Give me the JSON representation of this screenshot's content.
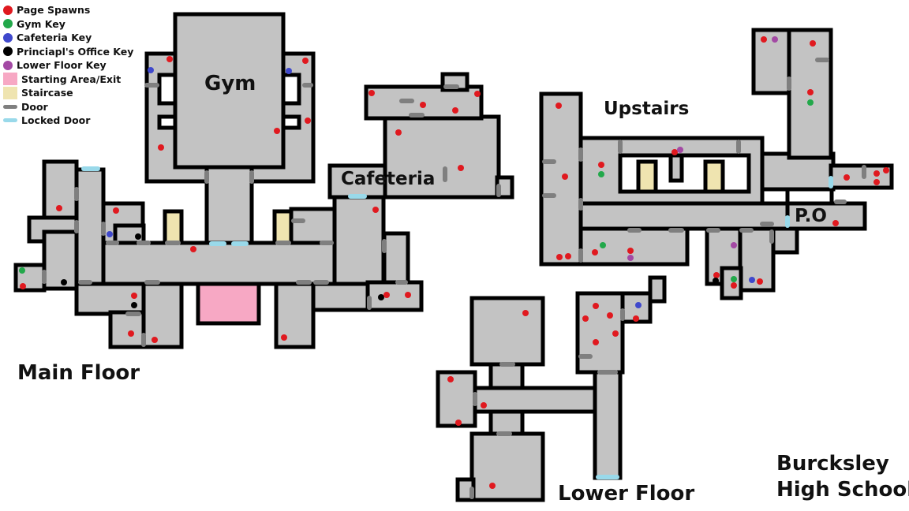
{
  "legend": [
    {
      "key": "page",
      "label": "Page Spawns",
      "shape": "dot",
      "color": "#e0191f"
    },
    {
      "key": "gym",
      "label": "Gym Key",
      "shape": "dot",
      "color": "#22a84a"
    },
    {
      "key": "caf",
      "label": "Cafeteria Key",
      "shape": "dot",
      "color": "#3f48cc"
    },
    {
      "key": "pri",
      "label": "Princiapl's Office Key",
      "shape": "dot",
      "color": "#000000"
    },
    {
      "key": "low",
      "label": "Lower Floor Key",
      "shape": "dot",
      "color": "#a349a4"
    },
    {
      "key": "start",
      "label": "Starting Area/Exit",
      "shape": "square",
      "color": "#f7a8c4"
    },
    {
      "key": "stair",
      "label": "Staircase",
      "shape": "square",
      "color": "#efe4b0"
    },
    {
      "key": "door",
      "label": "Door",
      "shape": "bar",
      "color": "#7f7f7f"
    },
    {
      "key": "locked",
      "label": "Locked Door",
      "shape": "bar",
      "color": "#99d9ea"
    }
  ],
  "labels": {
    "gym": "Gym",
    "cafeteria": "Cafeteria",
    "upstairs": "Upstairs",
    "po": "P.O",
    "main_floor": "Main Floor",
    "lower_floor": "Lower Floor",
    "school_line1": "Burcksley",
    "school_line2": "High School"
  },
  "colors": {
    "room_fill": "#c3c3c3",
    "wall": "#000000",
    "background": "#ffffff"
  }
}
